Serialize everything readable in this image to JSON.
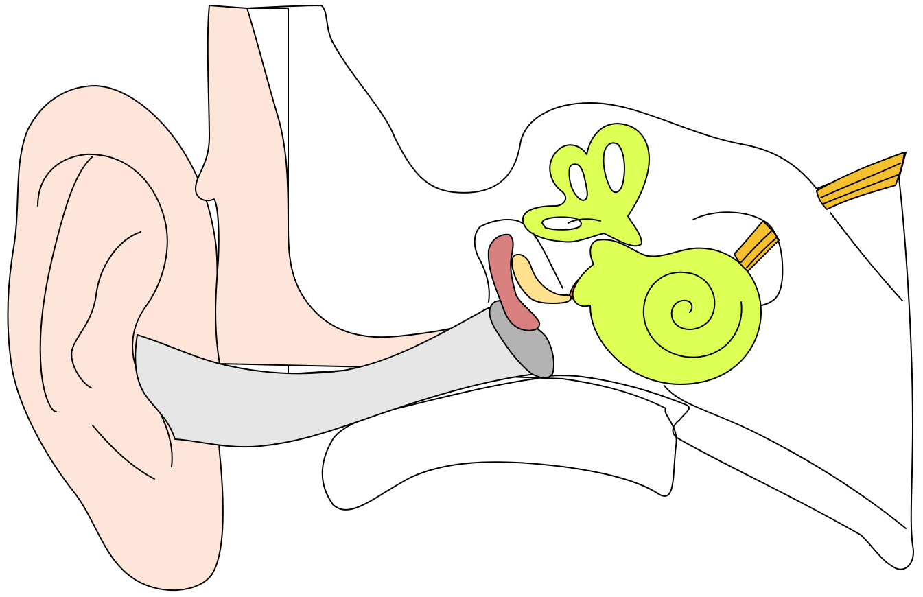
{
  "colors": {
    "background": "#ffffff",
    "outline": "#000000",
    "outer_ear_skin": "#fee5d9",
    "ear_canal": "#e6e6e6",
    "eardrum": "#b3b3b3",
    "malleus": "#d98080",
    "incus": "#ffe190",
    "stapes": "#ff7f2a",
    "inner_ear": "#ddff55",
    "nerve": "#f5c02e",
    "bone": "#ffffff"
  },
  "parts": [
    {
      "id": "pinna",
      "icon": "outer-ear-icon"
    },
    {
      "id": "ear-canal",
      "icon": "ear-canal-icon"
    },
    {
      "id": "eardrum",
      "icon": "eardrum-icon"
    },
    {
      "id": "malleus",
      "icon": "malleus-icon"
    },
    {
      "id": "incus",
      "icon": "incus-icon"
    },
    {
      "id": "stapes",
      "icon": "stapes-icon"
    },
    {
      "id": "semicircular-canals",
      "icon": "semicircular-canals-icon"
    },
    {
      "id": "cochlea",
      "icon": "cochlea-icon"
    },
    {
      "id": "vestibular-nerve",
      "icon": "nerve-icon"
    },
    {
      "id": "cochlear-nerve",
      "icon": "nerve-icon"
    },
    {
      "id": "eustachian-tube",
      "icon": "tube-icon"
    }
  ]
}
